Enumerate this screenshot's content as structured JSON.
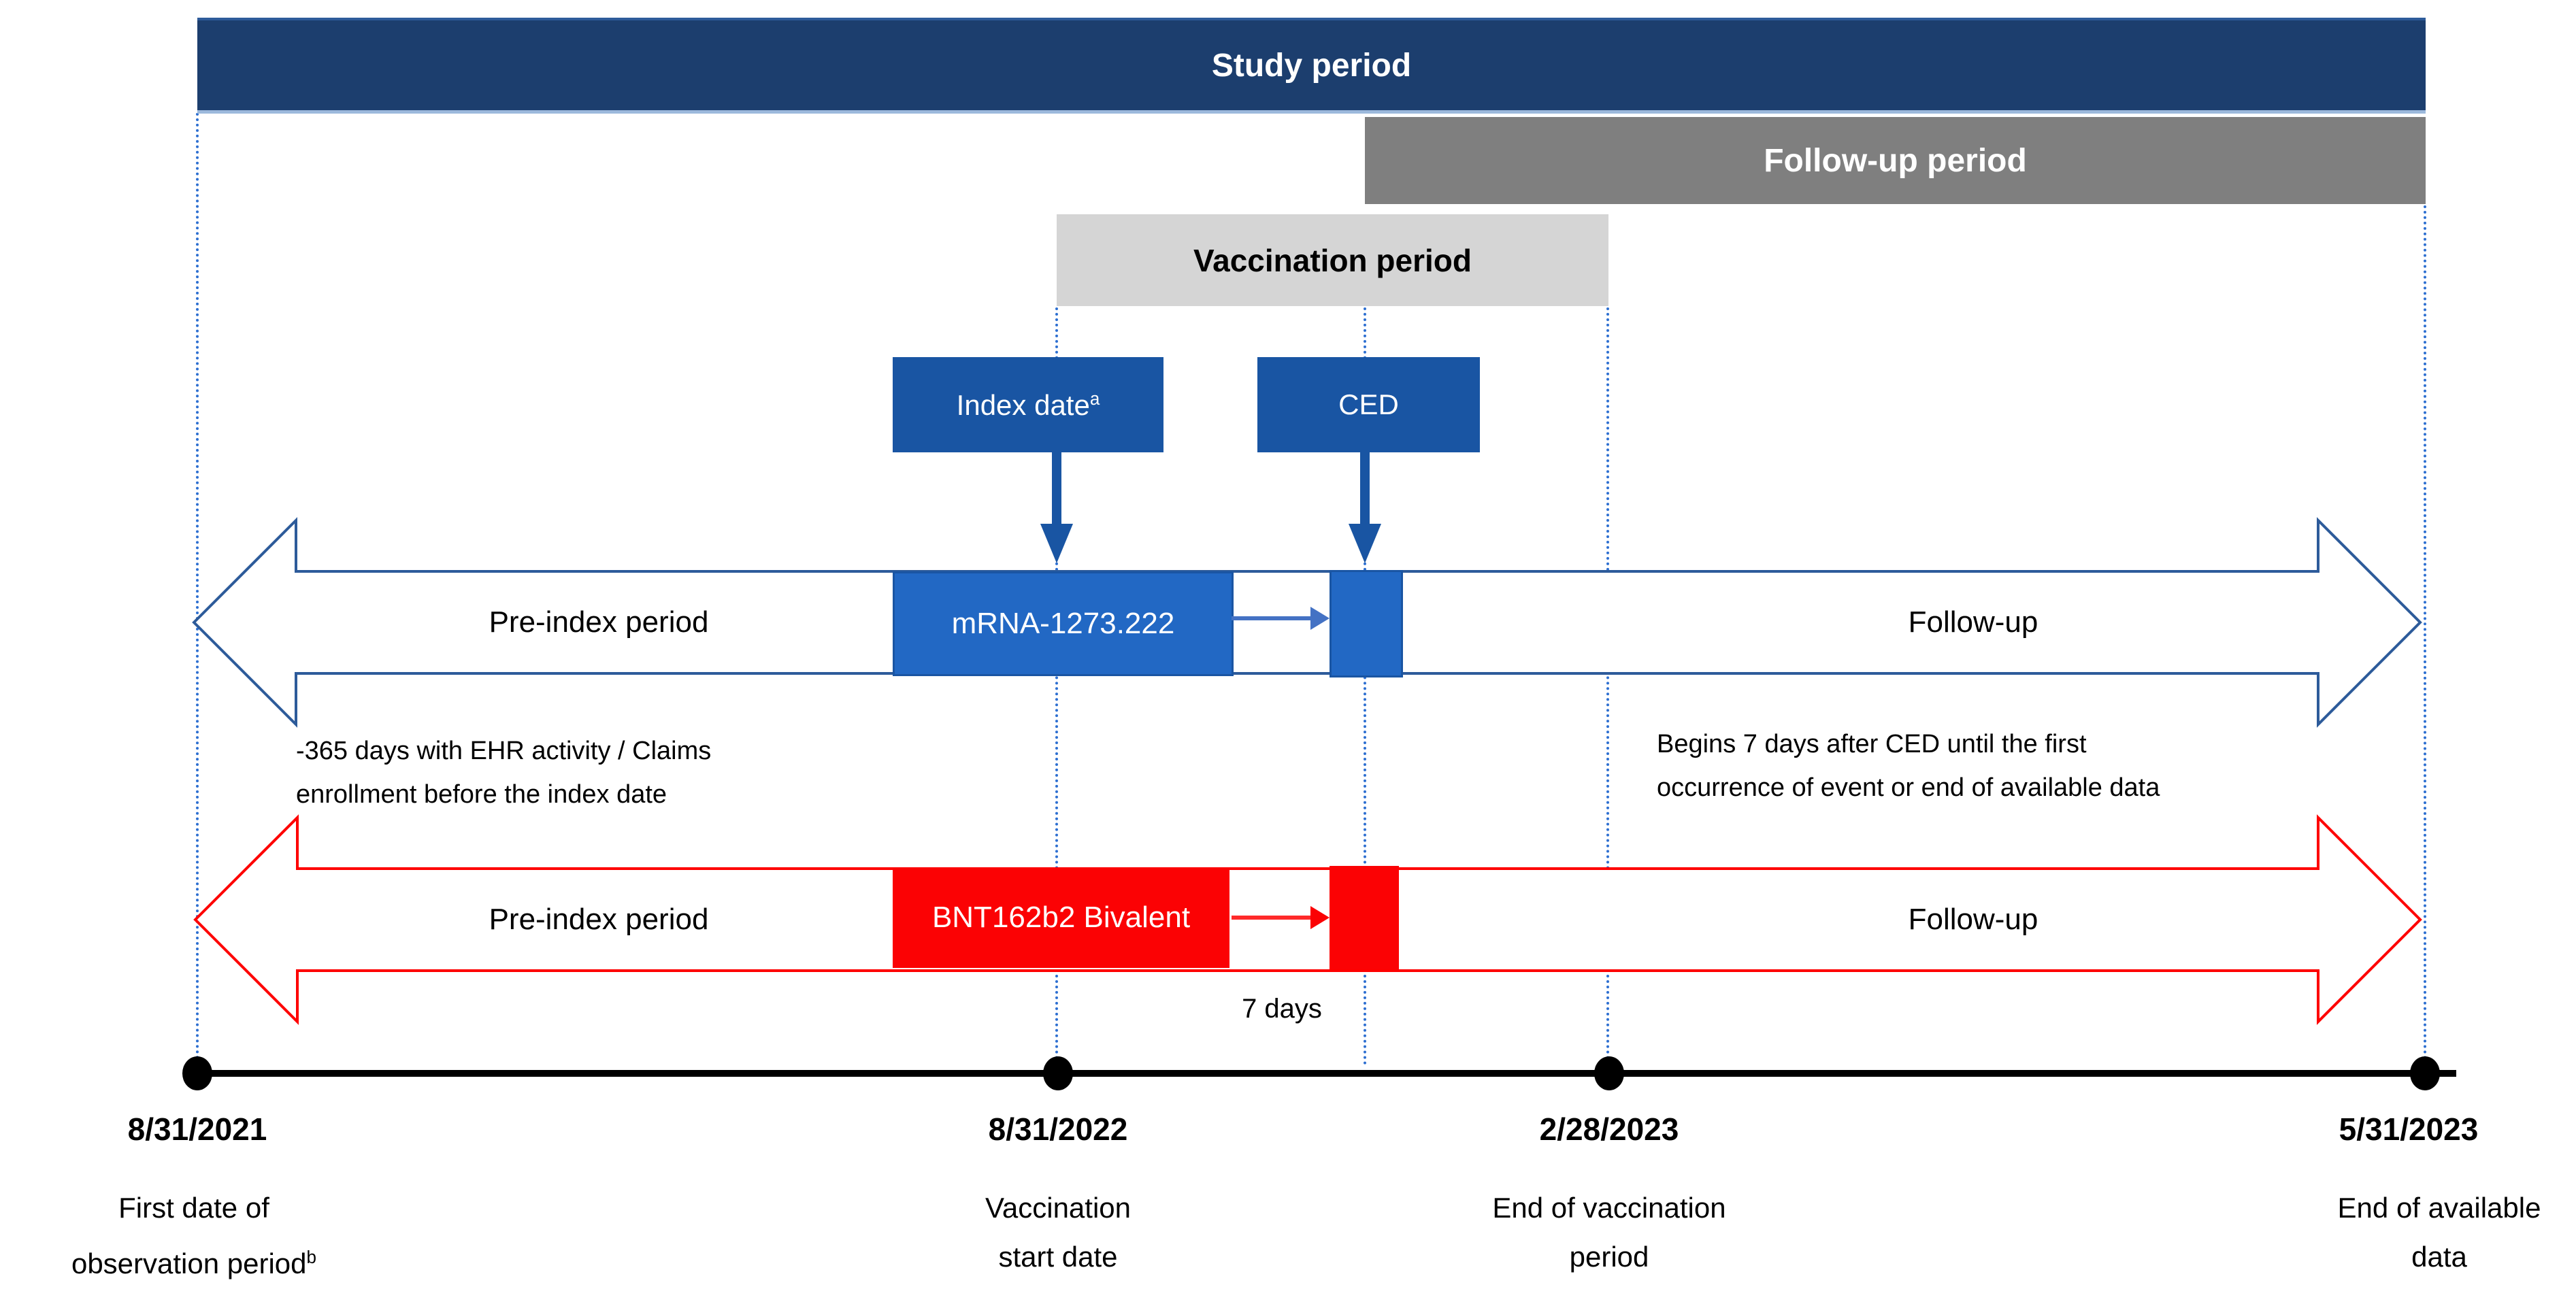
{
  "title_bars": {
    "study_period": "Study period",
    "follow_up_period": "Follow-up period",
    "vaccination_period": "Vaccination period"
  },
  "event_markers": {
    "index_date": {
      "label": "Index date",
      "superscript": "a"
    },
    "ced": {
      "label": "CED"
    }
  },
  "cohort_rows": [
    {
      "name": "mRNA-1273.222 cohort",
      "pre_index_label": "Pre-index period",
      "vaccine_label": "mRNA-1273.222",
      "follow_up_label": "Follow-up"
    },
    {
      "name": "BNT162b2 Bivalent cohort",
      "pre_index_label": "Pre-index period",
      "vaccine_label": "BNT162b2 Bivalent",
      "follow_up_label": "Follow-up"
    }
  ],
  "annotations": {
    "pre_index_note": {
      "line1": "-365 days with EHR activity / Claims",
      "line2": "enrollment before the index date"
    },
    "follow_up_note": {
      "line1": "Begins 7 days after CED until the first",
      "line2": "occurrence of event or end of available data"
    },
    "gap_label": "7 days"
  },
  "timeline": {
    "milestones": [
      {
        "date": "8/31/2021",
        "label_line1": "First date of",
        "label_line2": "observation period",
        "superscript": "b"
      },
      {
        "date": "8/31/2022",
        "label_line1": "Vaccination",
        "label_line2": "start date"
      },
      {
        "date": "2/28/2023",
        "label_line1": "End of vaccination",
        "label_line2": "period"
      },
      {
        "date": "5/31/2023",
        "label_line1": "End of available",
        "label_line2": "data"
      }
    ]
  },
  "colors": {
    "study_bar_navy": "#1C3E6E",
    "follow_up_gray": "#7F7F7F",
    "vaccination_light_gray": "#D5D5D5",
    "event_box_blue": "#1955A3",
    "vaccine_box_blue": "#2268C4",
    "vaccine_box_red": "#FB0204",
    "double_arrow_blue_outline": "#2D5B9A",
    "double_arrow_red_outline": "#FE0000",
    "connector_blue": "#4472C4",
    "connector_red": "#FF2A2A",
    "dotted_guide_blue": "#2D6FD1",
    "timeline_black": "#000000"
  }
}
